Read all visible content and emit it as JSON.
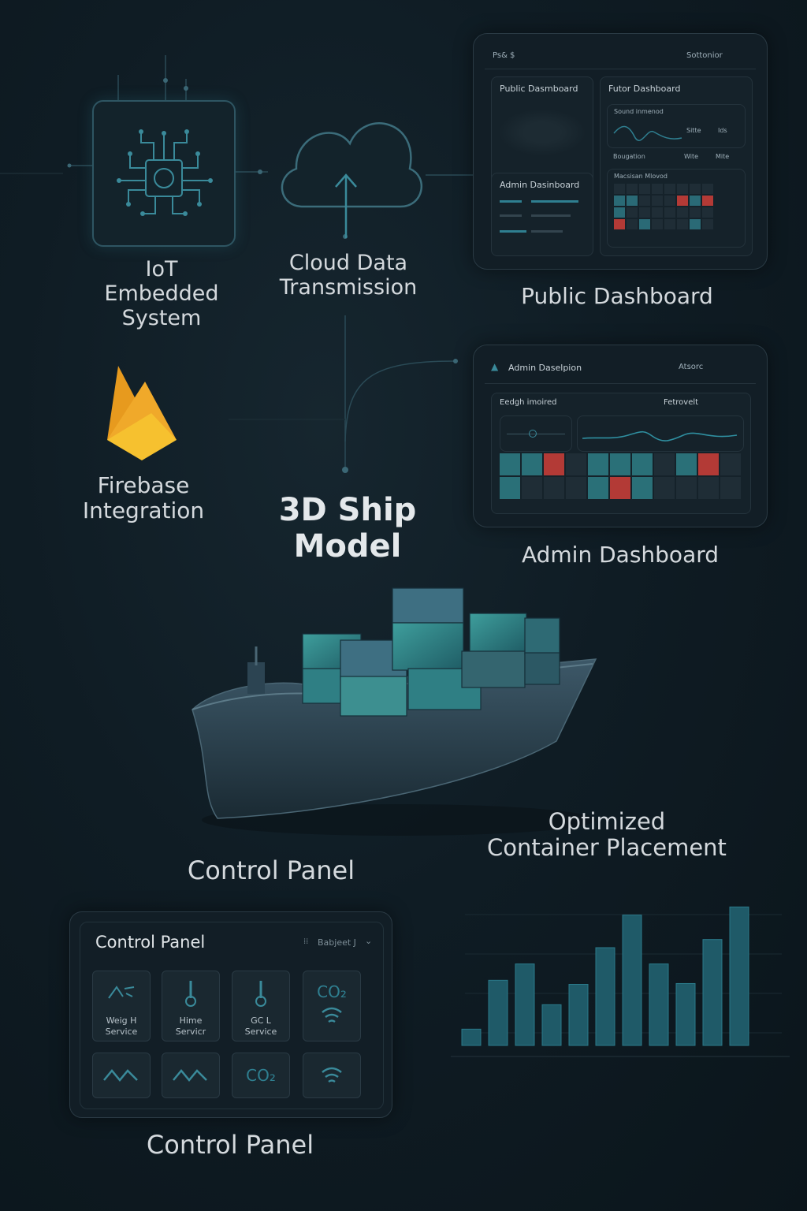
{
  "steps": {
    "iot": [
      "IoT",
      "Embedded",
      "System"
    ],
    "cloud": [
      "Cloud Data",
      "Transmission"
    ],
    "public_dashboard": "Public Dashboard",
    "firebase": [
      "Firebase",
      "Integration"
    ],
    "ship_model": [
      "3D Ship",
      "Model"
    ],
    "admin_dashboard": "Admin Dashboard",
    "control_panel_caption": "Control Panel",
    "optimized": [
      "Optimized",
      "Container Placement"
    ],
    "control_panel_bottom": "Control Panel"
  },
  "public_dash": {
    "topbar_left": "Ps&   $",
    "topbar_right": "Sottonior",
    "panel1": "Public Dasmboard",
    "panel2": "Futor Dashboard",
    "panel3": "Admin Dasinboard",
    "row1": "Sound inmenod",
    "row1_vals": [
      "Sitte",
      "Ids"
    ],
    "row2": "Bougation",
    "row2_vals": [
      "Wite",
      "Mite"
    ],
    "heatmap_title": "Macsisan Mlovod"
  },
  "admin_dash": {
    "title": "Admin Daselpion",
    "right": "Atsorc",
    "sub_left": "Eedgh imoired",
    "sub_right": "Fetrovelt"
  },
  "control_panel": {
    "title": "Control Panel",
    "dropdown": "Babjeet J",
    "tiles": [
      {
        "label": [
          "Weig H",
          "Service"
        ],
        "icon": "wave-icon"
      },
      {
        "label": [
          "Hime",
          "Servicr"
        ],
        "icon": "thermometer-icon"
      },
      {
        "label": [
          "GC L",
          "Service"
        ],
        "icon": "thermometer-icon"
      },
      {
        "label": [
          "CO₂",
          ""
        ],
        "icon": "wifi-icon"
      }
    ],
    "tiles_row2": [
      "",
      "",
      "CO₂",
      ""
    ]
  },
  "chart_data": {
    "type": "bar",
    "values": [
      2,
      8,
      10,
      5,
      7.5,
      12,
      16,
      10,
      7.6,
      13,
      17
    ]
  },
  "colors": {
    "accent": "#2f7f90",
    "alert": "#b33a36",
    "bar": "#1f5a68"
  }
}
